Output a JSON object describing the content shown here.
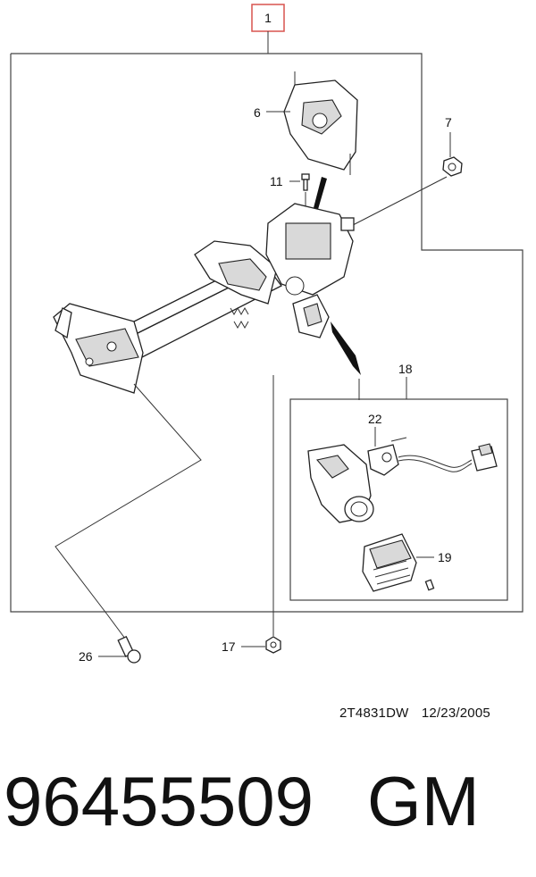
{
  "callouts": {
    "main": "1",
    "c6": "6",
    "c7": "7",
    "c11": "11",
    "c18": "18",
    "c22": "22",
    "c19": "19",
    "c26": "26",
    "c17": "17"
  },
  "footer": {
    "drawing_code": "2T4831DW",
    "date": "12/23/2005"
  },
  "part_number": "96455509",
  "brand": "GM",
  "colors": {
    "highlight": "#d9534f"
  }
}
